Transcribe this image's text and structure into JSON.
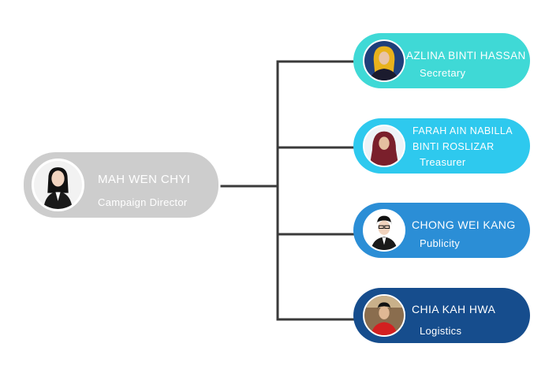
{
  "director": {
    "name": "MAH WEN CHYI",
    "role": "Campaign Director"
  },
  "members": [
    {
      "name": "AZLINA BINTI HASSAN",
      "role": "Secretary",
      "color": "#3fd9d6"
    },
    {
      "name_line1": "FARAH AIN NABILLA",
      "name_line2": "BINTI ROSLIZAR",
      "role": "Treasurer",
      "color": "#2ec9ee"
    },
    {
      "name": "CHONG WEI KANG",
      "role": "Publicity",
      "color": "#2b8ed6"
    },
    {
      "name": "CHIA KAH HWA",
      "role": "Logistics",
      "color": "#164d8d"
    }
  ],
  "colors": {
    "director_bg": "#cdcdcd",
    "connector": "#3a3a3a"
  }
}
